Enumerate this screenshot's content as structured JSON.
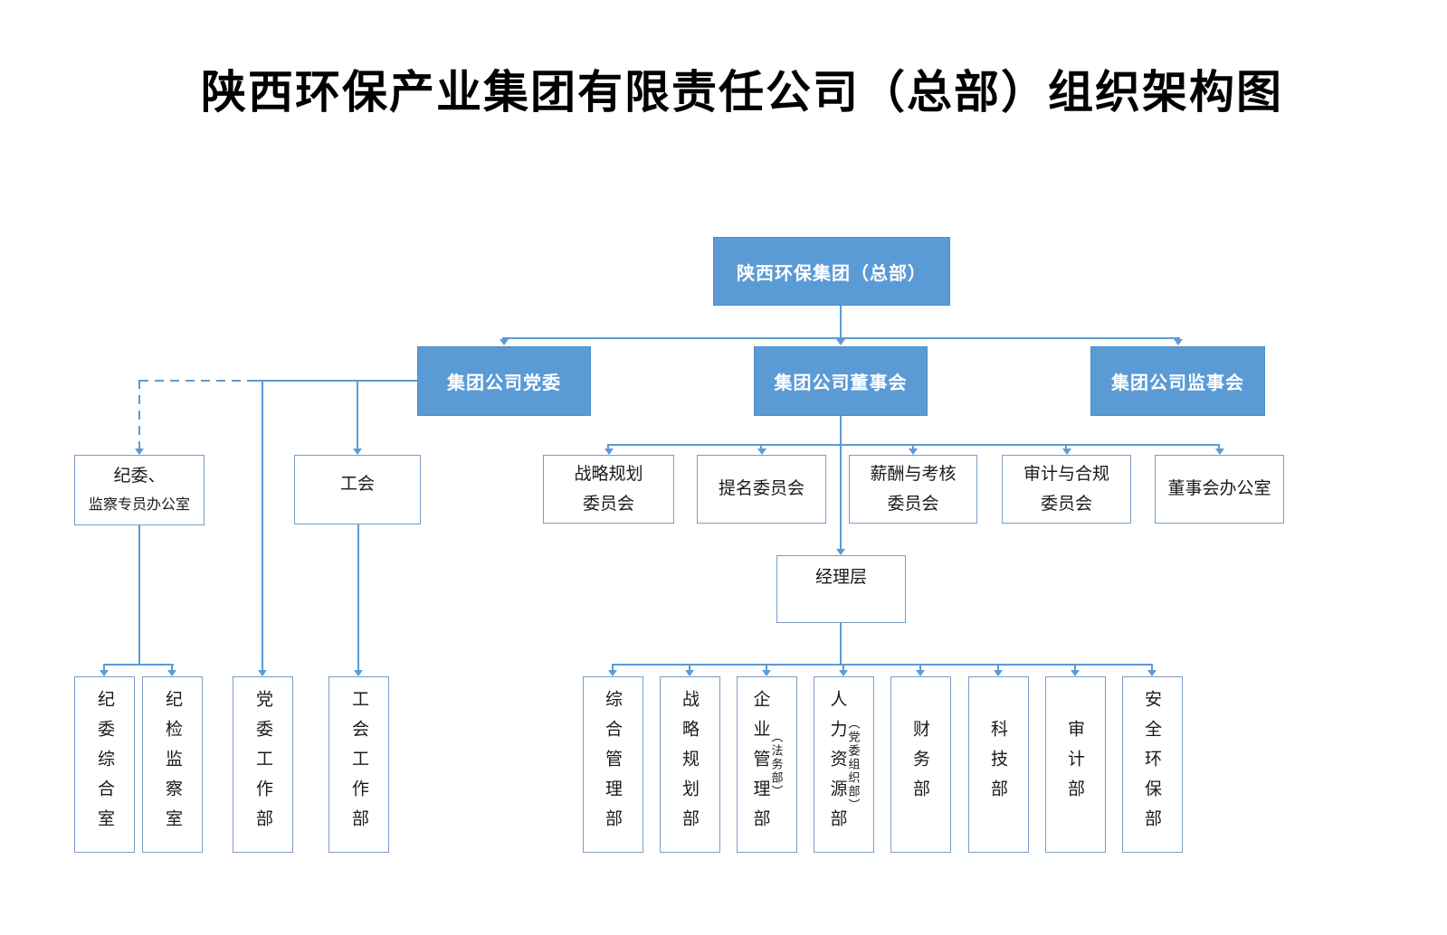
{
  "title": "陕西环保产业集团有限责任公司（总部）组织架构图",
  "colors": {
    "node_fill_blue": "#5B9BD5",
    "connector_blue": "#5B9BD5",
    "box_border_blue": "#7A9CC6",
    "text_on_blue": "#FFFFFF",
    "text_black": "#1A1A1A"
  },
  "org": {
    "root": {
      "label": "陕西环保集团（总部）"
    },
    "governance": [
      {
        "label": "集团公司党委"
      },
      {
        "label": "集团公司董事会"
      },
      {
        "label": "集团公司监事会"
      }
    ],
    "party_side": {
      "discipline_office": {
        "line1": "纪委、",
        "line2": "监察专员办公室"
      },
      "union": {
        "label": "工会"
      },
      "departments": [
        {
          "label": "纪委综合室"
        },
        {
          "label": "纪检监察室"
        },
        {
          "label": "党委工作部"
        },
        {
          "label": "工会工作部"
        }
      ]
    },
    "board_side": {
      "committees": [
        {
          "line1": "战略规划",
          "line2": "委员会"
        },
        {
          "line1": "提名委员会",
          "line2": ""
        },
        {
          "line1": "薪酬与考核",
          "line2": "委员会"
        },
        {
          "line1": "审计与合规",
          "line2": "委员会"
        },
        {
          "line1": "董事会办公室",
          "line2": ""
        }
      ],
      "management": {
        "label": "经理层"
      },
      "departments": [
        {
          "label": "综合管理部",
          "sub": ""
        },
        {
          "label": "战略规划部",
          "sub": ""
        },
        {
          "label": "企业管理部",
          "sub": "（法务部）"
        },
        {
          "label": "人力资源部",
          "sub": "（党委组织部）"
        },
        {
          "label": "财务部",
          "sub": ""
        },
        {
          "label": "科技部",
          "sub": ""
        },
        {
          "label": "审计部",
          "sub": ""
        },
        {
          "label": "安全环保部",
          "sub": ""
        }
      ]
    }
  }
}
